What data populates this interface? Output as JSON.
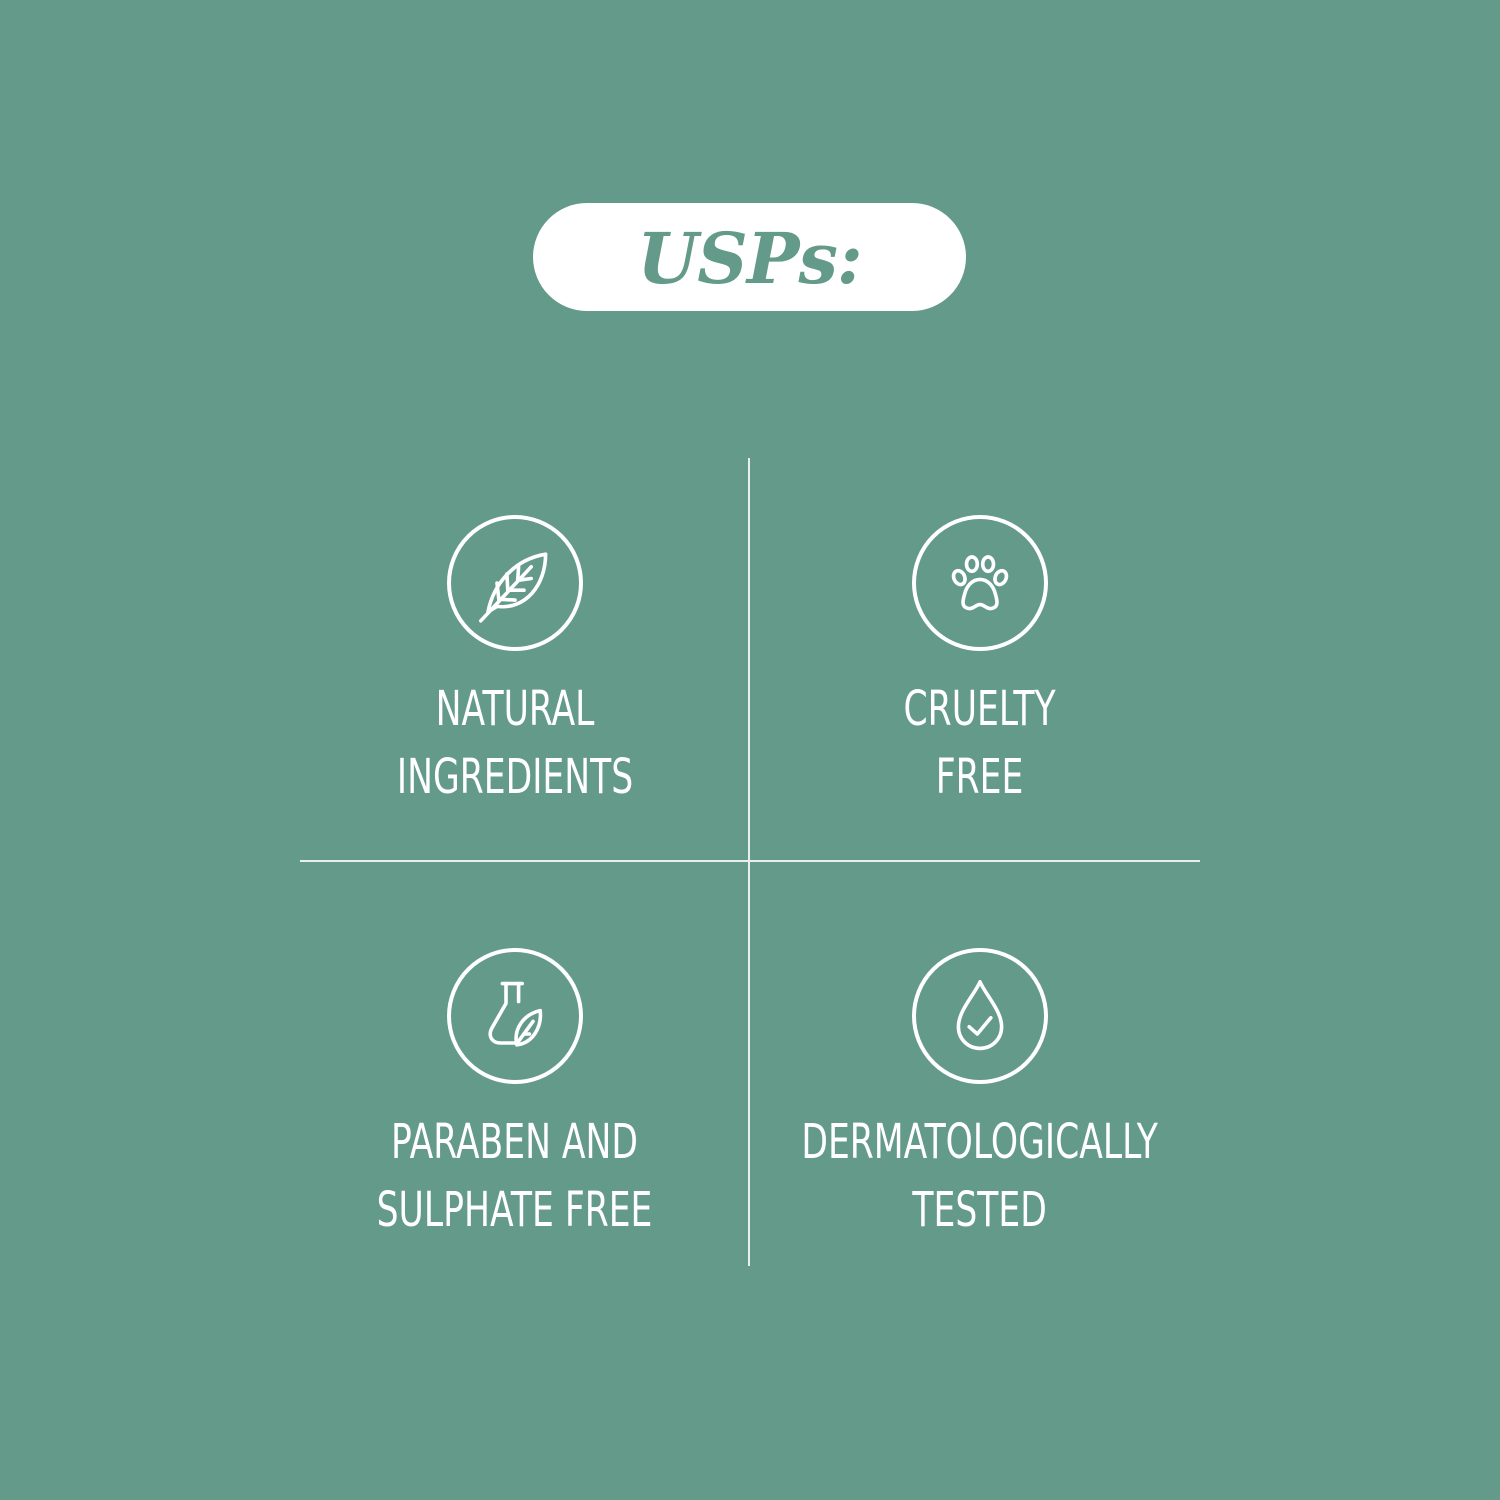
{
  "header": {
    "title": "USPs:"
  },
  "usps": [
    {
      "icon": "leaf-icon",
      "line1": "NATURAL",
      "line2": "INGREDIENTS"
    },
    {
      "icon": "paw-icon",
      "line1": "CRUELTY",
      "line2": "FREE"
    },
    {
      "icon": "flask-leaf-icon",
      "line1": "PARABEN AND",
      "line2": "SULPHATE FREE"
    },
    {
      "icon": "drop-check-icon",
      "line1": "DERMATOLOGICALLY",
      "line2": "TESTED"
    }
  ],
  "colors": {
    "background": "#649a89",
    "foreground": "#ffffff"
  }
}
